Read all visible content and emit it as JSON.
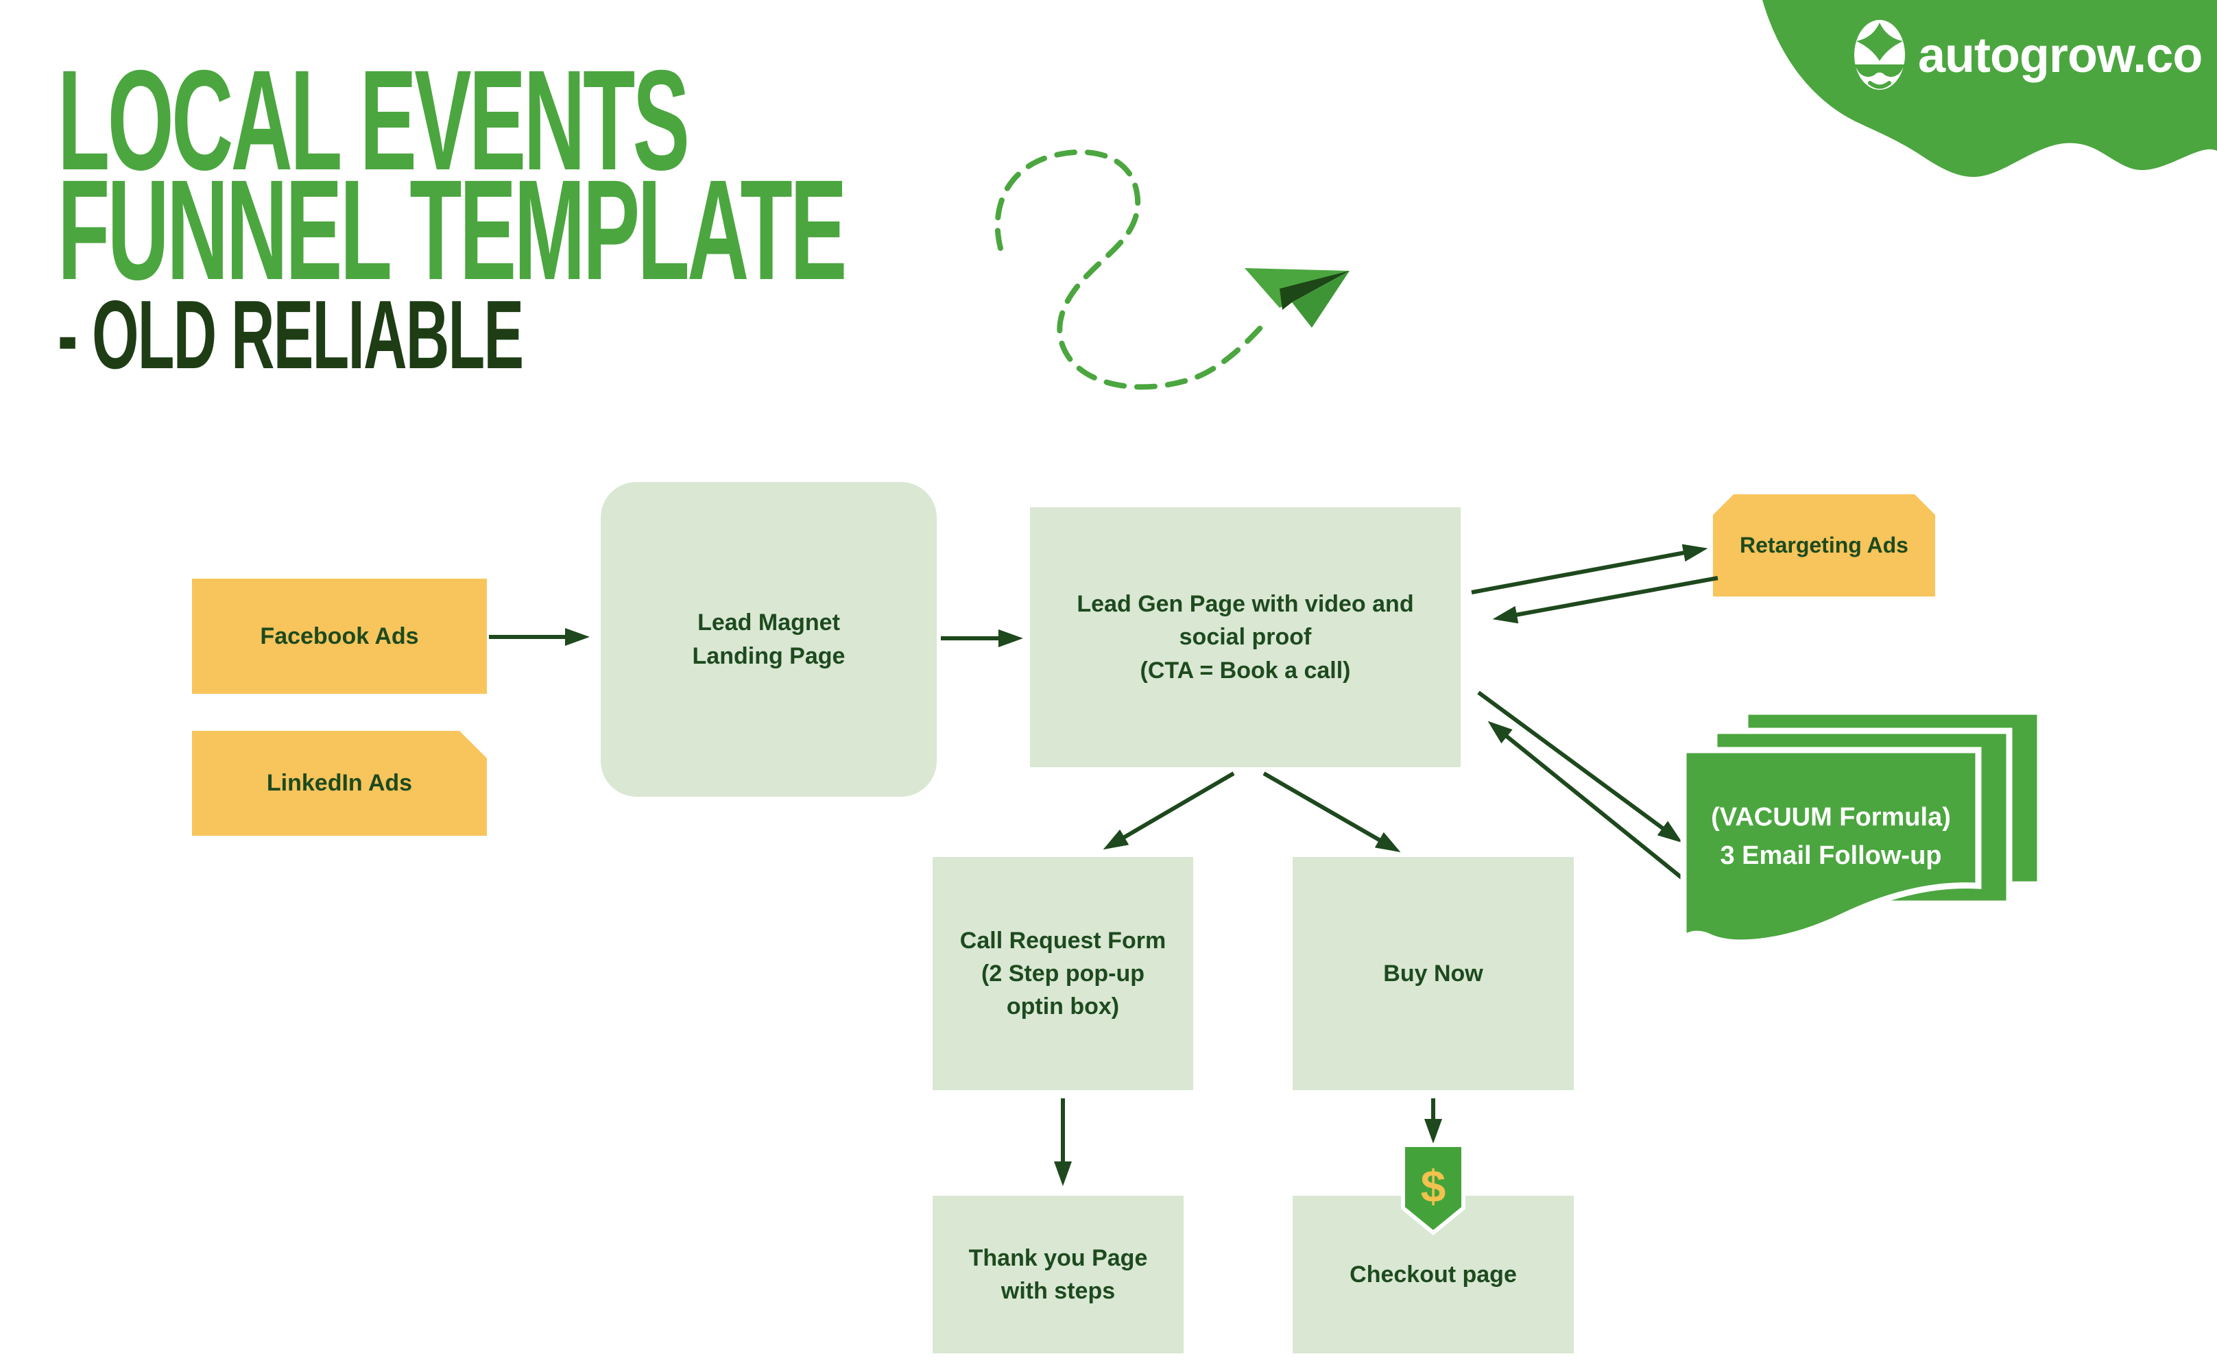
{
  "header": {
    "title_line1": "LOCAL EVENTS",
    "title_line2": "FUNNEL TEMPLATE",
    "subtitle": "- OLD RELIABLE"
  },
  "brand": {
    "name": "autogrow.co",
    "mascot_icon": "mascot-face-icon"
  },
  "colors": {
    "brand_green": "#4BA63F",
    "dark_green_text": "#1D4A1E",
    "arrow_green": "#1E481D",
    "light_green_box": "#D9E7D3",
    "yellow_box": "#F8C45C",
    "dollar_yellow": "#F2C14E",
    "background": "#FFFFFF"
  },
  "diagram": {
    "nodes": {
      "facebook_ads": {
        "label": "Facebook Ads"
      },
      "linkedin_ads": {
        "label": "LinkedIn Ads"
      },
      "lead_magnet": {
        "lines": [
          "Lead Magnet",
          "Landing Page"
        ]
      },
      "lead_gen": {
        "lines": [
          "Lead Gen Page with video and",
          "social proof",
          "(CTA = Book a call)"
        ]
      },
      "retargeting_ads": {
        "label": "Retargeting Ads"
      },
      "email_followup": {
        "lines": [
          "(VACUUM Formula)",
          "3 Email Follow-up"
        ]
      },
      "call_request_form": {
        "lines": [
          "Call Request Form",
          "(2 Step pop-up",
          "optin box)"
        ]
      },
      "buy_now": {
        "label": "Buy Now"
      },
      "thank_you": {
        "lines": [
          "Thank you Page",
          "with steps"
        ]
      },
      "checkout": {
        "label": "Checkout page"
      },
      "dollar_badge": {
        "label": "$"
      }
    },
    "edges": [
      {
        "from": "facebook_ads",
        "to": "lead_magnet"
      },
      {
        "from": "lead_magnet",
        "to": "lead_gen"
      },
      {
        "from": "lead_gen",
        "to": "retargeting_ads",
        "bidirectional": true
      },
      {
        "from": "lead_gen",
        "to": "email_followup",
        "bidirectional": true
      },
      {
        "from": "lead_gen",
        "to": "call_request_form"
      },
      {
        "from": "lead_gen",
        "to": "buy_now"
      },
      {
        "from": "call_request_form",
        "to": "thank_you"
      },
      {
        "from": "buy_now",
        "to": "checkout"
      }
    ]
  }
}
